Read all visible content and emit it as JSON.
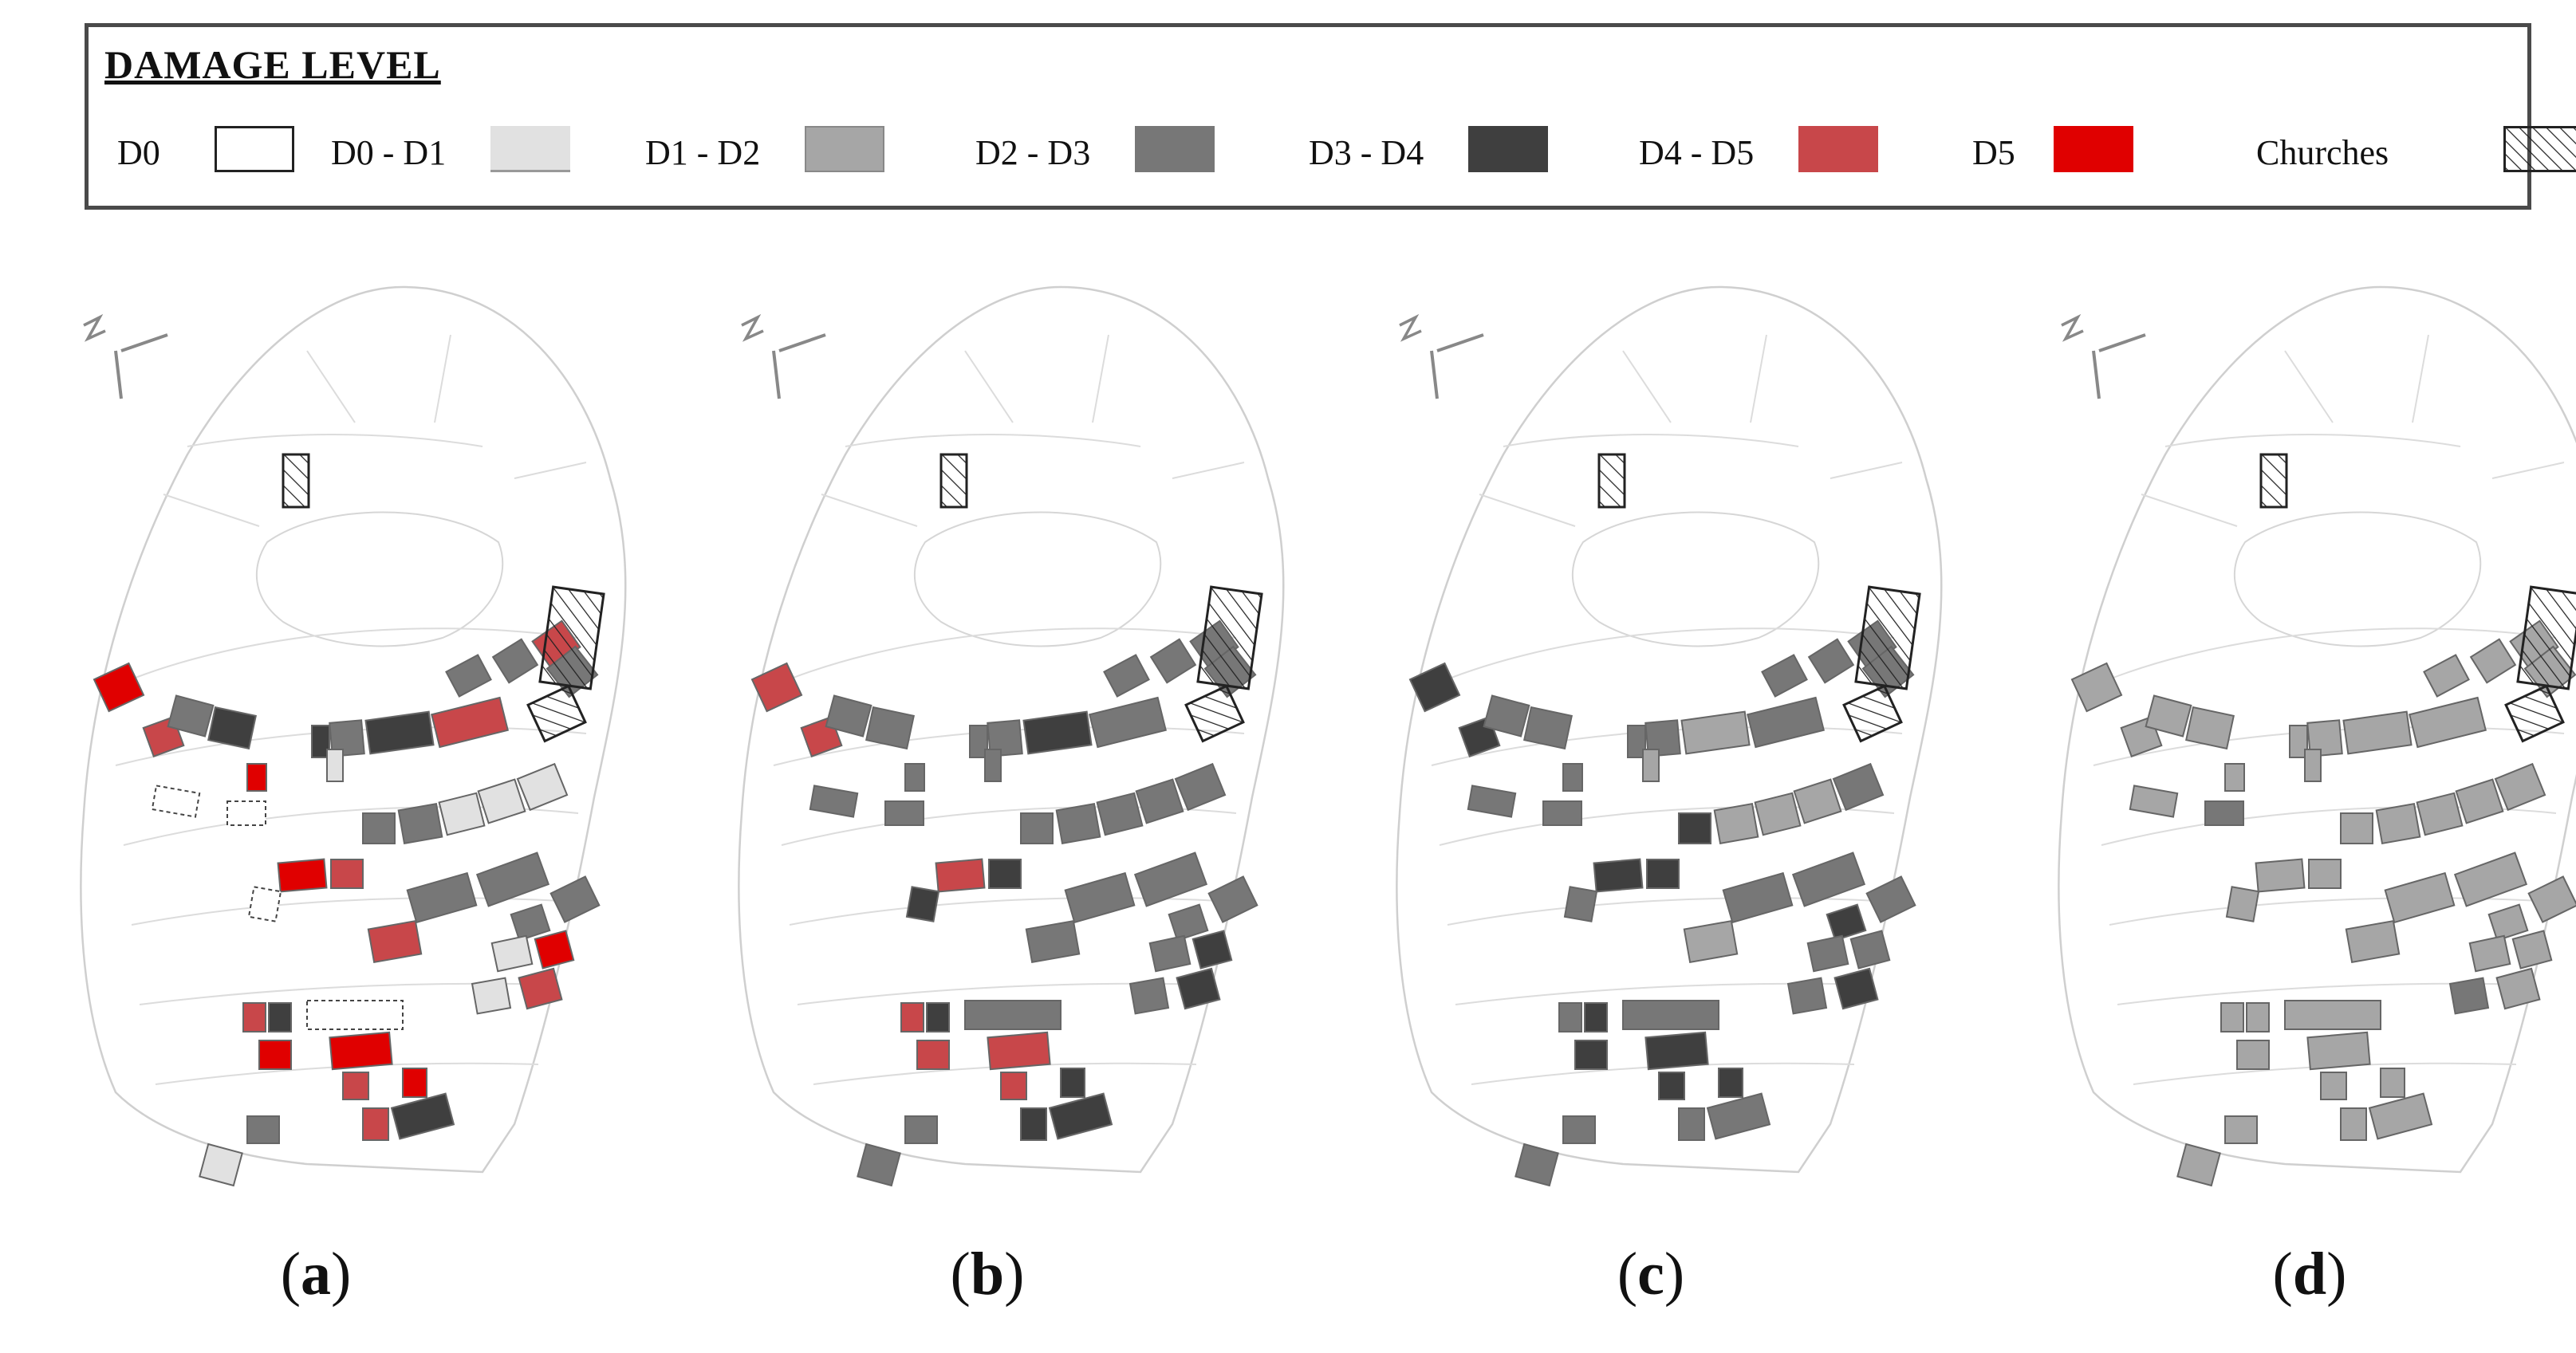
{
  "legend": {
    "title": "DAMAGE LEVEL",
    "items": [
      {
        "label": "D0",
        "color": "#ffffff"
      },
      {
        "label": "D0 - D1",
        "color": "#e1e1e1"
      },
      {
        "label": "D1 - D2",
        "color": "#a6a6a6"
      },
      {
        "label": "D2 - D3",
        "color": "#777777"
      },
      {
        "label": "D3 - D4",
        "color": "#3f3f3f"
      },
      {
        "label": "D4 - D5",
        "color": "#c8474a"
      },
      {
        "label": "D5",
        "color": "#e00000"
      },
      {
        "label": "Churches",
        "color": "hatch"
      }
    ]
  },
  "panels": [
    {
      "letter": "a",
      "open": "(",
      "close": ")",
      "blocks": [
        "D5",
        "D4-D5",
        "D0",
        "D0",
        "D2-D3",
        "D3-D4",
        "D3-D4",
        "D2-D3",
        "D3-D4",
        "D4-D5",
        "D5",
        "D0-D1",
        "D2-D3",
        "D2-D3",
        "D0-D1",
        "D0-D1",
        "D0-D1",
        "D2-D3",
        "D2-D3",
        "D4-D5",
        "D2-D3",
        "D5",
        "D4-D5",
        "D0",
        "D2-D3",
        "D2-D3",
        "D2-D3",
        "D2-D3",
        "D4-D5",
        "D0-D1",
        "D5",
        "D4-D5",
        "D3-D4",
        "D0",
        "D0-D1",
        "D4-D5",
        "D5",
        "D5",
        "D4-D5",
        "D5",
        "D2-D3",
        "D0-D1",
        "D4-D5",
        "D3-D4"
      ]
    },
    {
      "letter": "b",
      "open": "(",
      "close": ")",
      "blocks": [
        "D4-D5",
        "D4-D5",
        "D2-D3",
        "D2-D3",
        "D2-D3",
        "D2-D3",
        "D2-D3",
        "D2-D3",
        "D3-D4",
        "D2-D3",
        "D2-D3",
        "D2-D3",
        "D2-D3",
        "D2-D3",
        "D2-D3",
        "D2-D3",
        "D2-D3",
        "D2-D3",
        "D2-D3",
        "D2-D3",
        "D2-D3",
        "D4-D5",
        "D3-D4",
        "D3-D4",
        "D2-D3",
        "D2-D3",
        "D2-D3",
        "D2-D3",
        "D2-D3",
        "D2-D3",
        "D3-D4",
        "D4-D5",
        "D3-D4",
        "D2-D3",
        "D2-D3",
        "D3-D4",
        "D4-D5",
        "D4-D5",
        "D4-D5",
        "D3-D4",
        "D2-D3",
        "D2-D3",
        "D3-D4",
        "D3-D4"
      ]
    },
    {
      "letter": "c",
      "open": "(",
      "close": ")",
      "blocks": [
        "D3-D4",
        "D3-D4",
        "D2-D3",
        "D2-D3",
        "D2-D3",
        "D2-D3",
        "D2-D3",
        "D2-D3",
        "D1-D2",
        "D2-D3",
        "D2-D3",
        "D1-D2",
        "D3-D4",
        "D1-D2",
        "D1-D2",
        "D1-D2",
        "D2-D3",
        "D2-D3",
        "D2-D3",
        "D2-D3",
        "D2-D3",
        "D3-D4",
        "D3-D4",
        "D2-D3",
        "D2-D3",
        "D2-D3",
        "D3-D4",
        "D2-D3",
        "D1-D2",
        "D2-D3",
        "D2-D3",
        "D2-D3",
        "D3-D4",
        "D2-D3",
        "D2-D3",
        "D3-D4",
        "D3-D4",
        "D3-D4",
        "D3-D4",
        "D3-D4",
        "D2-D3",
        "D2-D3",
        "D2-D3",
        "D2-D3"
      ]
    },
    {
      "letter": "d",
      "open": "(",
      "close": ")",
      "blocks": [
        "D1-D2",
        "D1-D2",
        "D1-D2",
        "D2-D3",
        "D1-D2",
        "D1-D2",
        "D1-D2",
        "D1-D2",
        "D1-D2",
        "D1-D2",
        "D1-D2",
        "D1-D2",
        "D1-D2",
        "D1-D2",
        "D1-D2",
        "D1-D2",
        "D1-D2",
        "D1-D2",
        "D1-D2",
        "D1-D2",
        "D1-D2",
        "D1-D2",
        "D1-D2",
        "D1-D2",
        "D1-D2",
        "D1-D2",
        "D1-D2",
        "D1-D2",
        "D1-D2",
        "D1-D2",
        "D1-D2",
        "D1-D2",
        "D1-D2",
        "D1-D2",
        "D2-D3",
        "D1-D2",
        "D1-D2",
        "D1-D2",
        "D1-D2",
        "D1-D2",
        "D1-D2",
        "D1-D2",
        "D1-D2",
        "D1-D2"
      ]
    }
  ]
}
